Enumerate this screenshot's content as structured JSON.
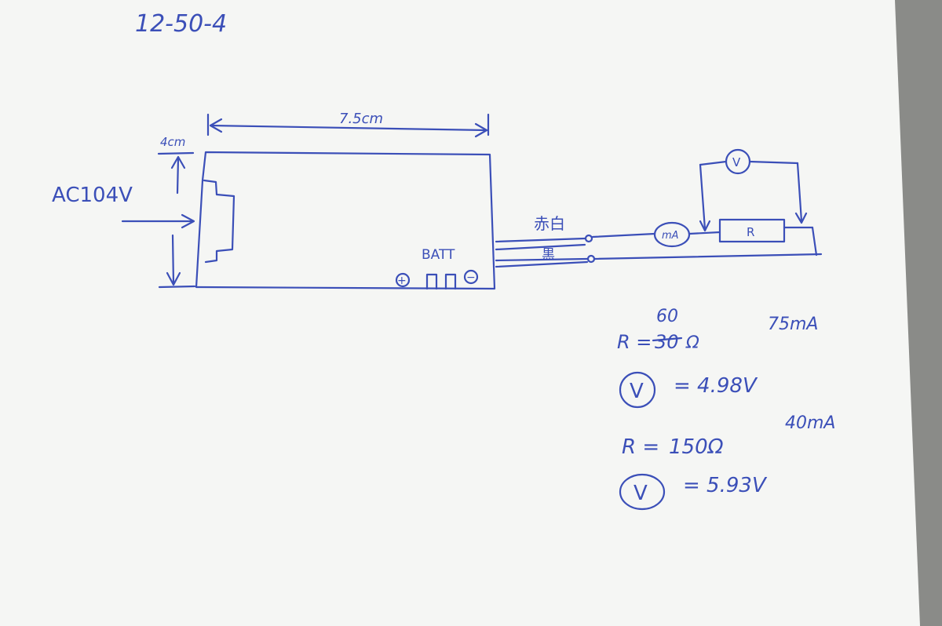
{
  "sheet": {
    "id_code": "12-50-4"
  },
  "board": {
    "width_label": "7.5cm",
    "height_label": "4cm",
    "input_label": "AC104V",
    "battery_label": "BATT",
    "plus_symbol": "+",
    "minus_symbol": "−"
  },
  "wires": {
    "red_white_label": "赤白",
    "black_label": "黒"
  },
  "circuit": {
    "voltmeter_symbol": "V",
    "ammeter_symbol": "mA",
    "resistor_symbol": "R"
  },
  "measurements": [
    {
      "r_prefix": "R = ",
      "r_value_crossed": "30",
      "r_value_corrected": "60",
      "r_unit": "Ω",
      "current": "75mA",
      "v_symbol": "V",
      "voltage": "= 4.98V"
    },
    {
      "r_prefix": "R = ",
      "r_value": "150Ω",
      "current": "40mA",
      "v_symbol": "V",
      "voltage": "= 5.93V"
    }
  ],
  "colors": {
    "ink": "#3b4fb8",
    "paper": "#f6f7f5",
    "desk": "#8e8f8c"
  }
}
